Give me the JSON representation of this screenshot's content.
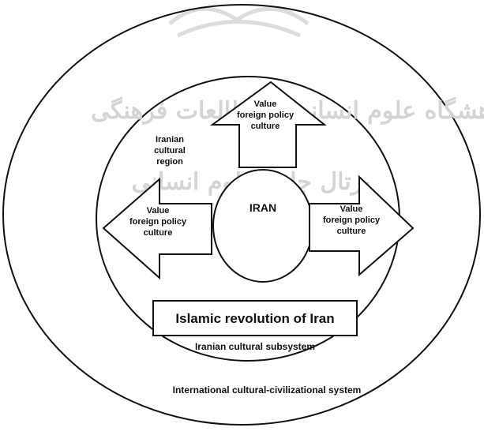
{
  "diagram": {
    "outer_system_label": "International cultural-civilizational system",
    "subsystem_label": "Iranian cultural subsystem",
    "region_label_lines": [
      "Iranian",
      "cultural",
      "region"
    ],
    "center_label": "IRAN",
    "revolution_label": "Islamic revolution of Iran",
    "arrow_up_lines": [
      "Value",
      "foreign policy",
      "culture"
    ],
    "arrow_left_lines": [
      "Value",
      "foreign policy",
      "culture"
    ],
    "arrow_right_lines": [
      "Value",
      "foreign policy",
      "culture"
    ],
    "watermark_line1": "پژوهشگاه علوم انسانی و مطالعات فرهنگی",
    "watermark_line2": "پرتال جامع علوم انسانی"
  },
  "colors": {
    "stroke": "#111111",
    "fill": "#ffffff",
    "watermark": "#d4d4d4"
  }
}
